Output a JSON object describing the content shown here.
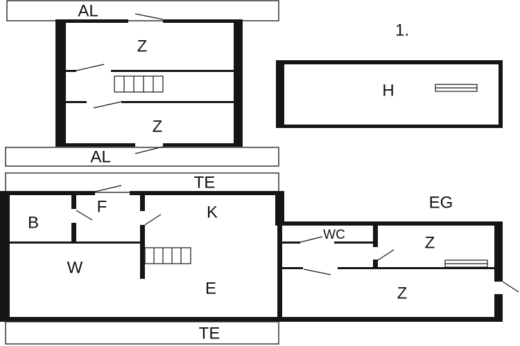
{
  "upper_floor": {
    "level_label": "1.",
    "balcony_top": "AL",
    "balcony_bottom": "AL",
    "room_top": "Z",
    "room_bottom": "Z",
    "room_hall": "H"
  },
  "ground_floor": {
    "level_label": "EG",
    "terrace_top": "TE",
    "terrace_bottom": "TE",
    "bath": "B",
    "hall": "F",
    "kitchen": "K",
    "living": "W",
    "dining": "E",
    "toilet": "WC",
    "room_annex_top": "Z",
    "room_annex_bottom": "Z"
  }
}
